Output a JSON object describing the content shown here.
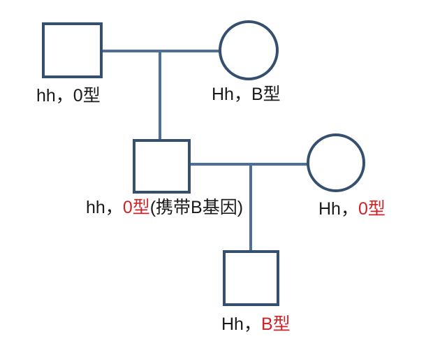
{
  "diagram": {
    "type": "pedigree",
    "background_color": "#ffffff",
    "colors": {
      "shape_outline": "#34506e",
      "connector_line": "#4d6f9a",
      "label_text": "#1a1a1a",
      "highlight_text": "#cc2327"
    },
    "individuals": [
      {
        "generation": 1,
        "shape": "square",
        "label": {
          "pre": "hh，0型",
          "red": "",
          "post": ""
        }
      },
      {
        "generation": 1,
        "shape": "circle",
        "label": {
          "pre": "Hh，B型",
          "red": "",
          "post": ""
        }
      },
      {
        "generation": 2,
        "shape": "square",
        "label": {
          "pre": "hh，",
          "red": "0型",
          "post": "(携带B基因)"
        }
      },
      {
        "generation": 2,
        "shape": "circle",
        "label": {
          "pre": "Hh，",
          "red": "0型",
          "post": ""
        }
      },
      {
        "generation": 3,
        "shape": "square",
        "label": {
          "pre": "Hh，",
          "red": "B型",
          "post": ""
        }
      }
    ]
  }
}
